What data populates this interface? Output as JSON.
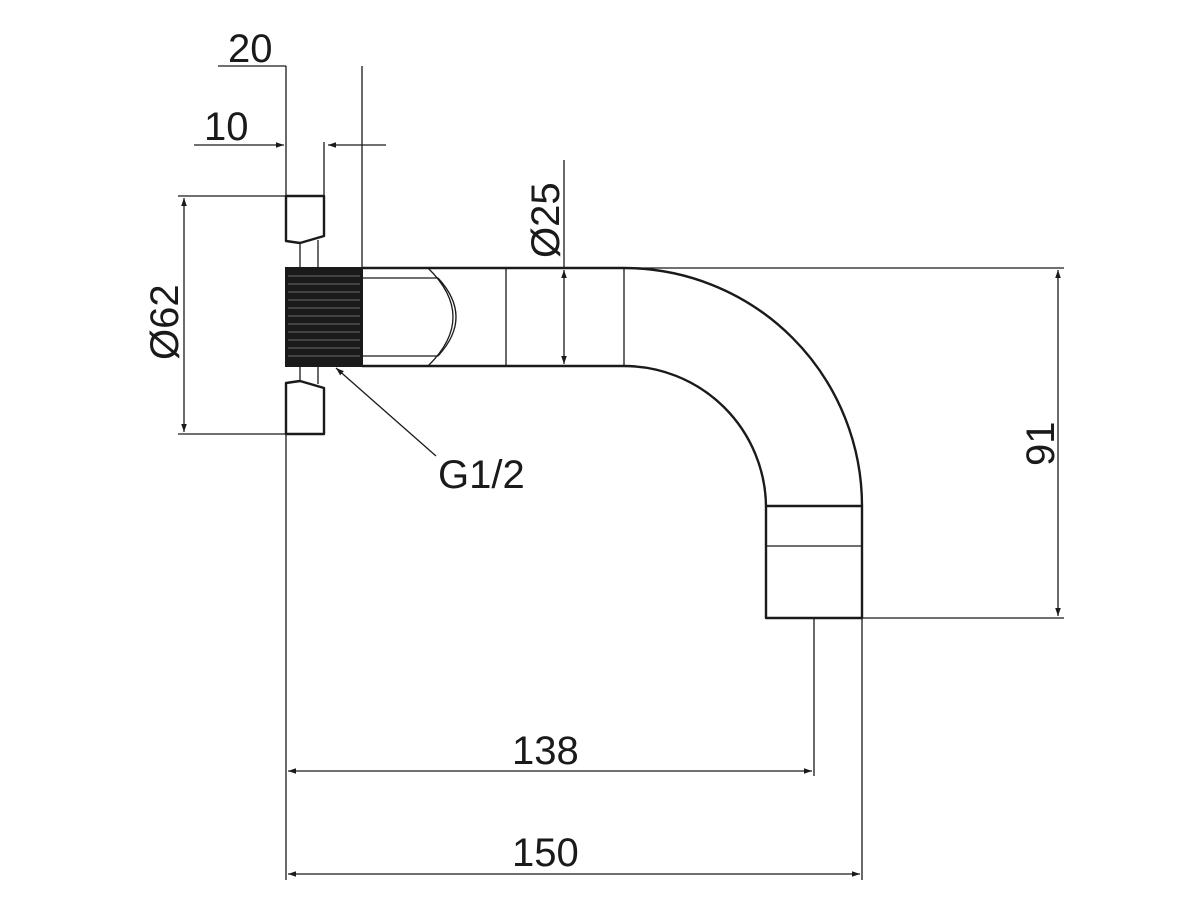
{
  "drawing": {
    "dimensions": {
      "flange_thickness": "20",
      "wall_gap": "10",
      "spout_diameter": "Ø25",
      "flange_diameter": "Ø62",
      "thread": "G1/2",
      "drop_height": "91",
      "reach_outlet": "138",
      "overall_length": "150"
    },
    "line_color": "#1a1a1a"
  }
}
